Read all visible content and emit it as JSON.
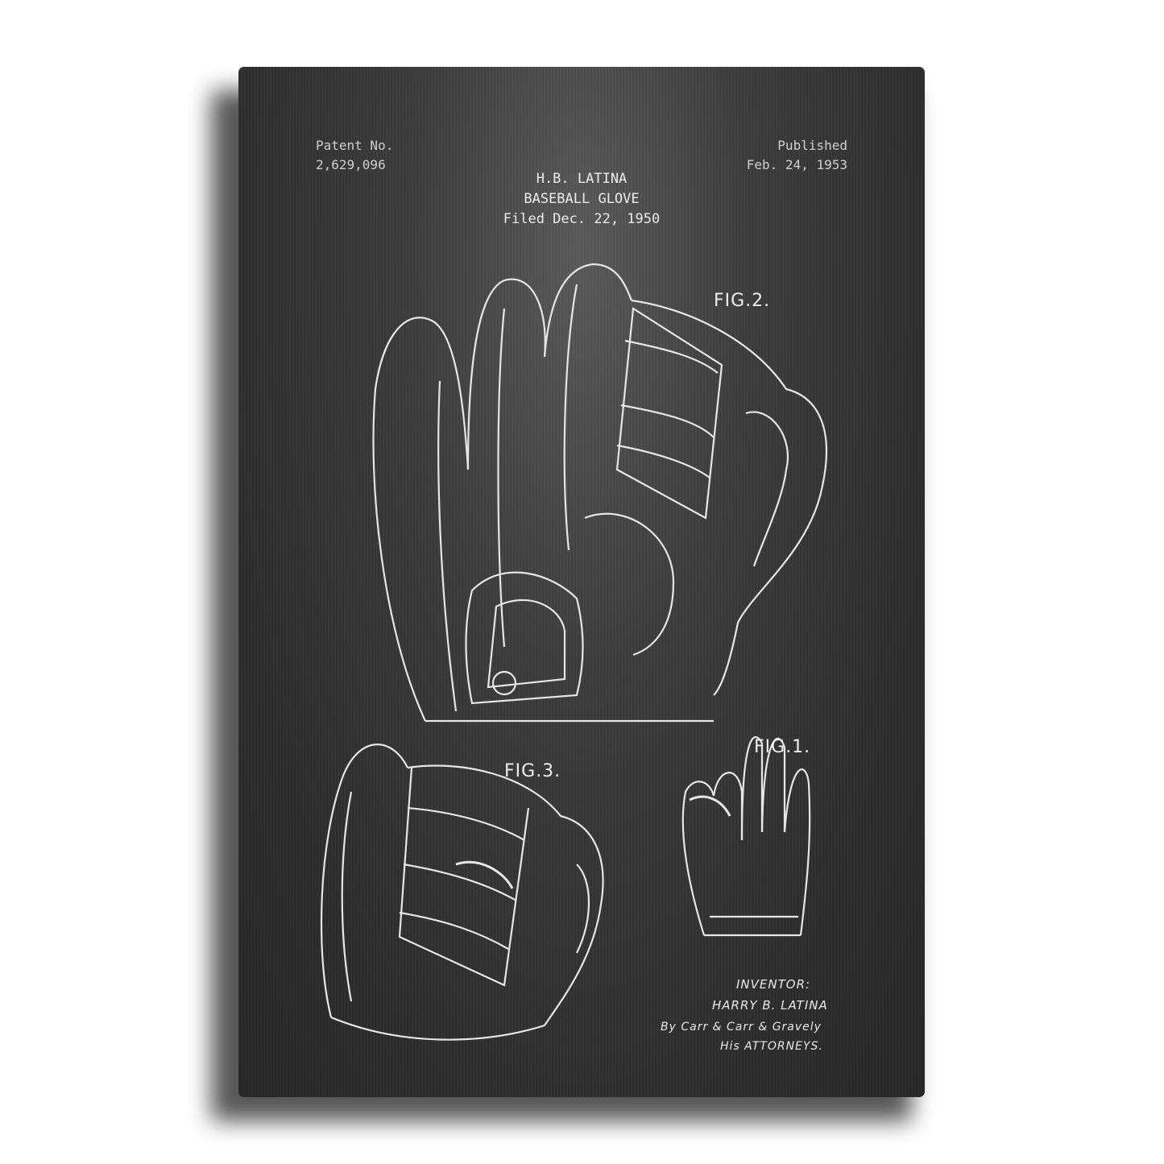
{
  "patent": {
    "number_label": "Patent No.",
    "number": "2,629,096",
    "published_label": "Published",
    "published_date": "Feb. 24, 1953",
    "inventor_short": "H.B. LATINA",
    "title": "BASEBALL GLOVE",
    "filed": "Filed Dec. 22, 1950"
  },
  "figures": {
    "fig2": "FIG.2.",
    "fig3": "FIG.3.",
    "fig1": "FIG.1."
  },
  "signature": {
    "inventor_label": "INVENTOR:",
    "inventor_name": "HARRY B. LATINA",
    "by": "By Carr & Carr & Gravely",
    "attorneys": "His ATTORNEYS."
  },
  "colors": {
    "panel": "#333333",
    "ink": "#e8e8e8"
  }
}
